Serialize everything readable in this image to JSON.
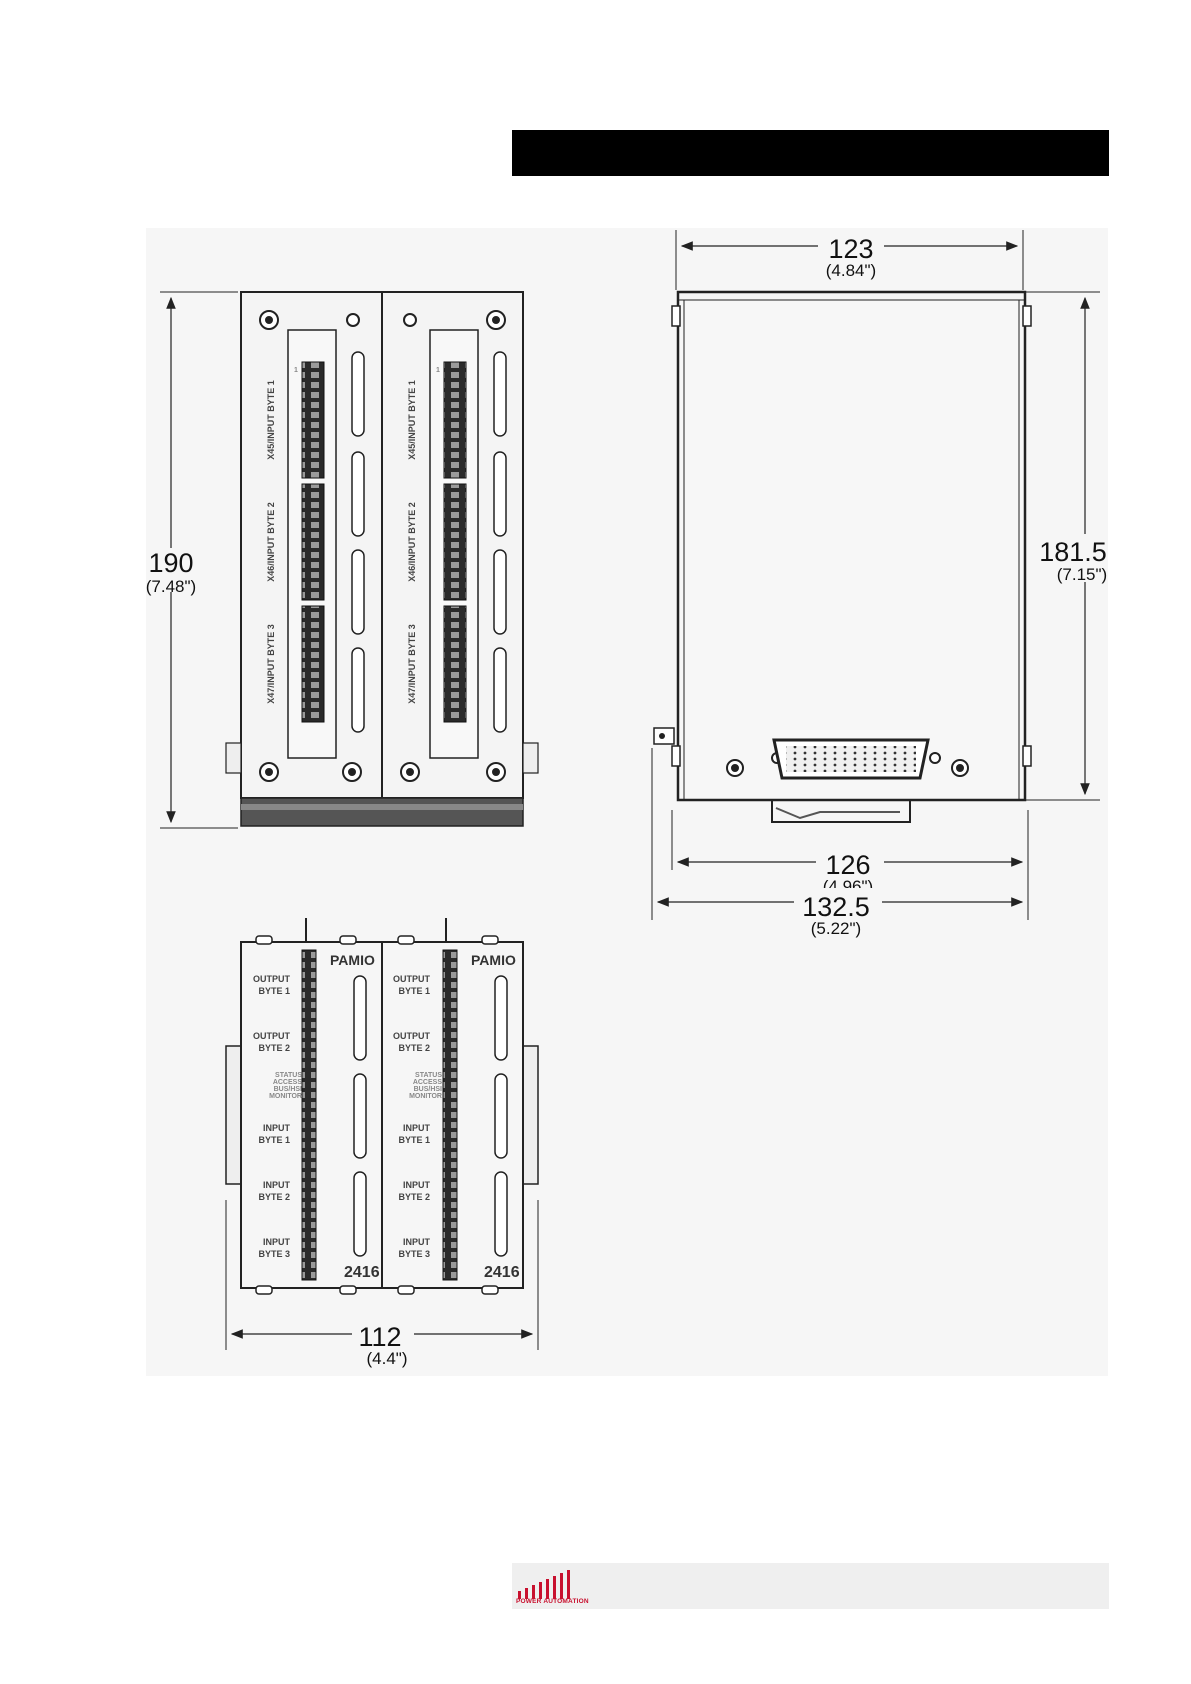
{
  "dimensions": {
    "top_width": {
      "mm": "123",
      "inch": "(4.84\")"
    },
    "side_height": {
      "mm": "181.5",
      "inch": "(7.15\")"
    },
    "front_height": {
      "mm": "190",
      "inch": "(7.48\")"
    },
    "width_126": {
      "mm": "126",
      "inch": "(4.96\")"
    },
    "width_132": {
      "mm": "132.5",
      "inch": "(5.22\")"
    },
    "bottom_width": {
      "mm": "112",
      "inch": "(4.4\")"
    }
  },
  "top_view": {
    "connectors": [
      "X45/INPUT BYTE 1",
      "X46/INPUT BYTE 2",
      "X47/INPUT BYTE 3"
    ],
    "pin_label": "1"
  },
  "front_view": {
    "brand": "PAMIO",
    "model": "2416",
    "groups": [
      {
        "line1": "OUTPUT",
        "line2": "BYTE 1"
      },
      {
        "line1": "OUTPUT",
        "line2": "BYTE 2"
      },
      {
        "line1": "INPUT",
        "line2": "BYTE 1"
      },
      {
        "line1": "INPUT",
        "line2": "BYTE 2"
      },
      {
        "line1": "INPUT",
        "line2": "BYTE 3"
      }
    ],
    "status_labels": [
      "STATUS",
      "ACCESS",
      "BUS/HSI",
      "MONITOR"
    ]
  },
  "footer": {
    "logo_text": "POWER AUTOMATION",
    "accent_color": "#c8102e"
  }
}
